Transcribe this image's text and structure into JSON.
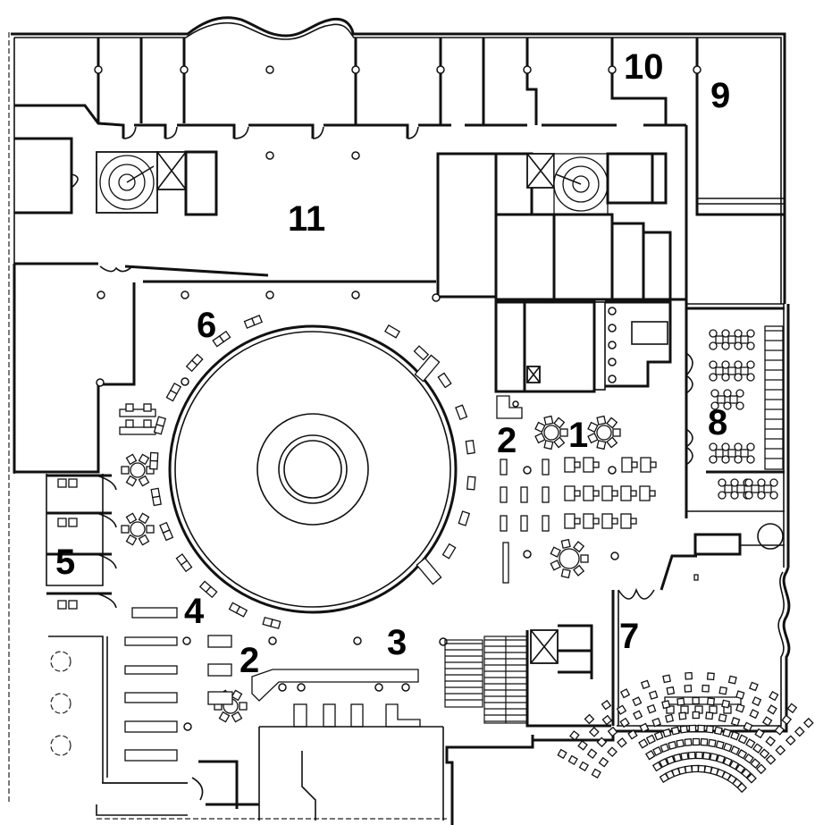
{
  "diagram": {
    "type": "architectural floor plan",
    "colors": {
      "line": "#111111",
      "background": "#ffffff"
    },
    "area_labels": [
      {
        "id": "1",
        "text": "1"
      },
      {
        "id": "2a",
        "text": "2"
      },
      {
        "id": "2b",
        "text": "2"
      },
      {
        "id": "3",
        "text": "3"
      },
      {
        "id": "4",
        "text": "4"
      },
      {
        "id": "5",
        "text": "5"
      },
      {
        "id": "6",
        "text": "6"
      },
      {
        "id": "7",
        "text": "7"
      },
      {
        "id": "8",
        "text": "8"
      },
      {
        "id": "9",
        "text": "9"
      },
      {
        "id": "10",
        "text": "10"
      },
      {
        "id": "11",
        "text": "11"
      }
    ],
    "features": {
      "central_rotunda": "circular-core",
      "spiral_stairs": 2,
      "elevators": 3,
      "straight_stairs": 2,
      "auditorium_rows": 8
    }
  }
}
